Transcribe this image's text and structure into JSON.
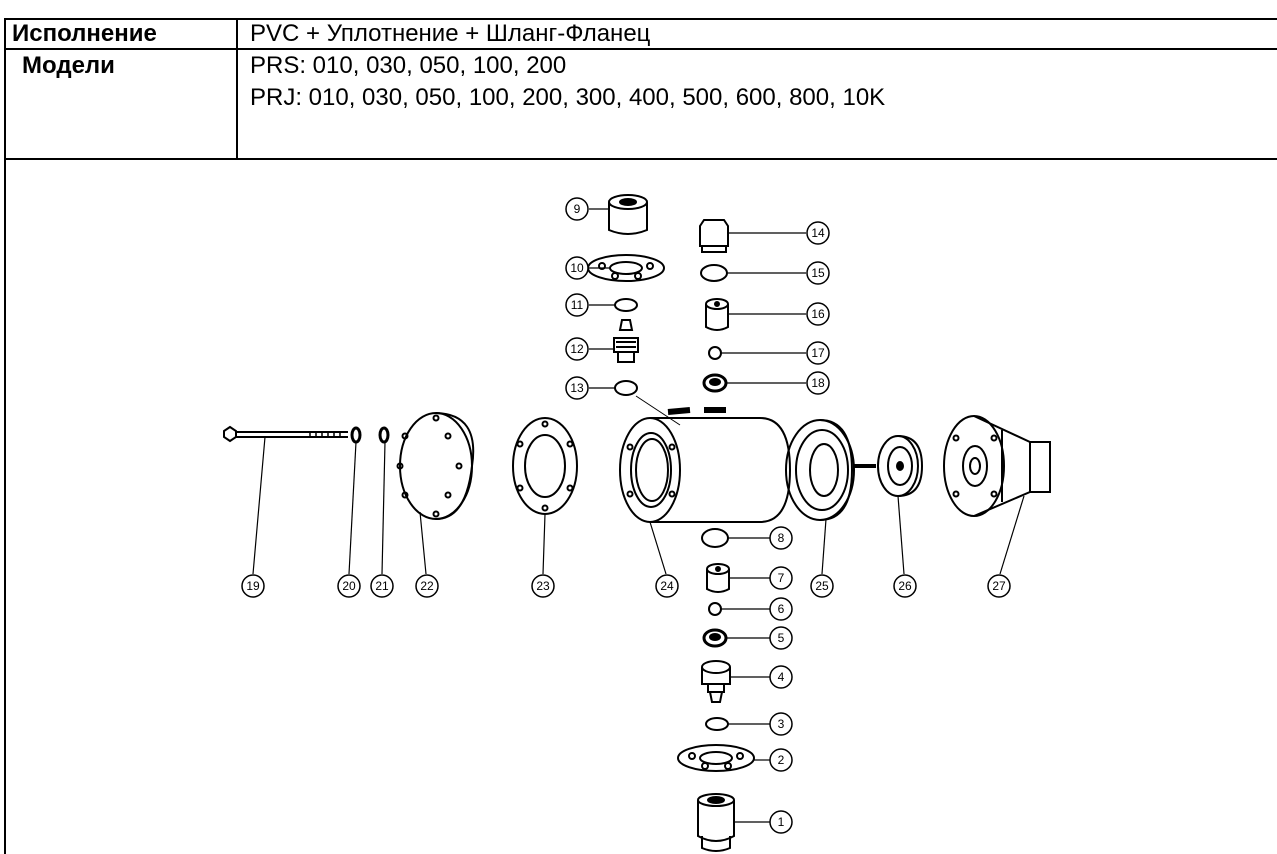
{
  "table": {
    "rows": [
      {
        "label": "Исполнение",
        "value_lines": [
          "PVC + Уплотнение + Шланг-Фланец"
        ]
      },
      {
        "label": "Модели",
        "value_lines": [
          "PRS: 010, 030, 050, 100, 200",
          "PRJ: 010, 030, 050, 100, 200, 300, 400, 500, 600, 800, 10K"
        ]
      }
    ]
  },
  "diagram": {
    "callouts": [
      "1",
      "2",
      "3",
      "4",
      "5",
      "6",
      "7",
      "8",
      "9",
      "10",
      "11",
      "12",
      "13",
      "14",
      "15",
      "16",
      "17",
      "18",
      "19",
      "20",
      "21",
      "22",
      "23",
      "24",
      "25",
      "26",
      "27"
    ]
  }
}
